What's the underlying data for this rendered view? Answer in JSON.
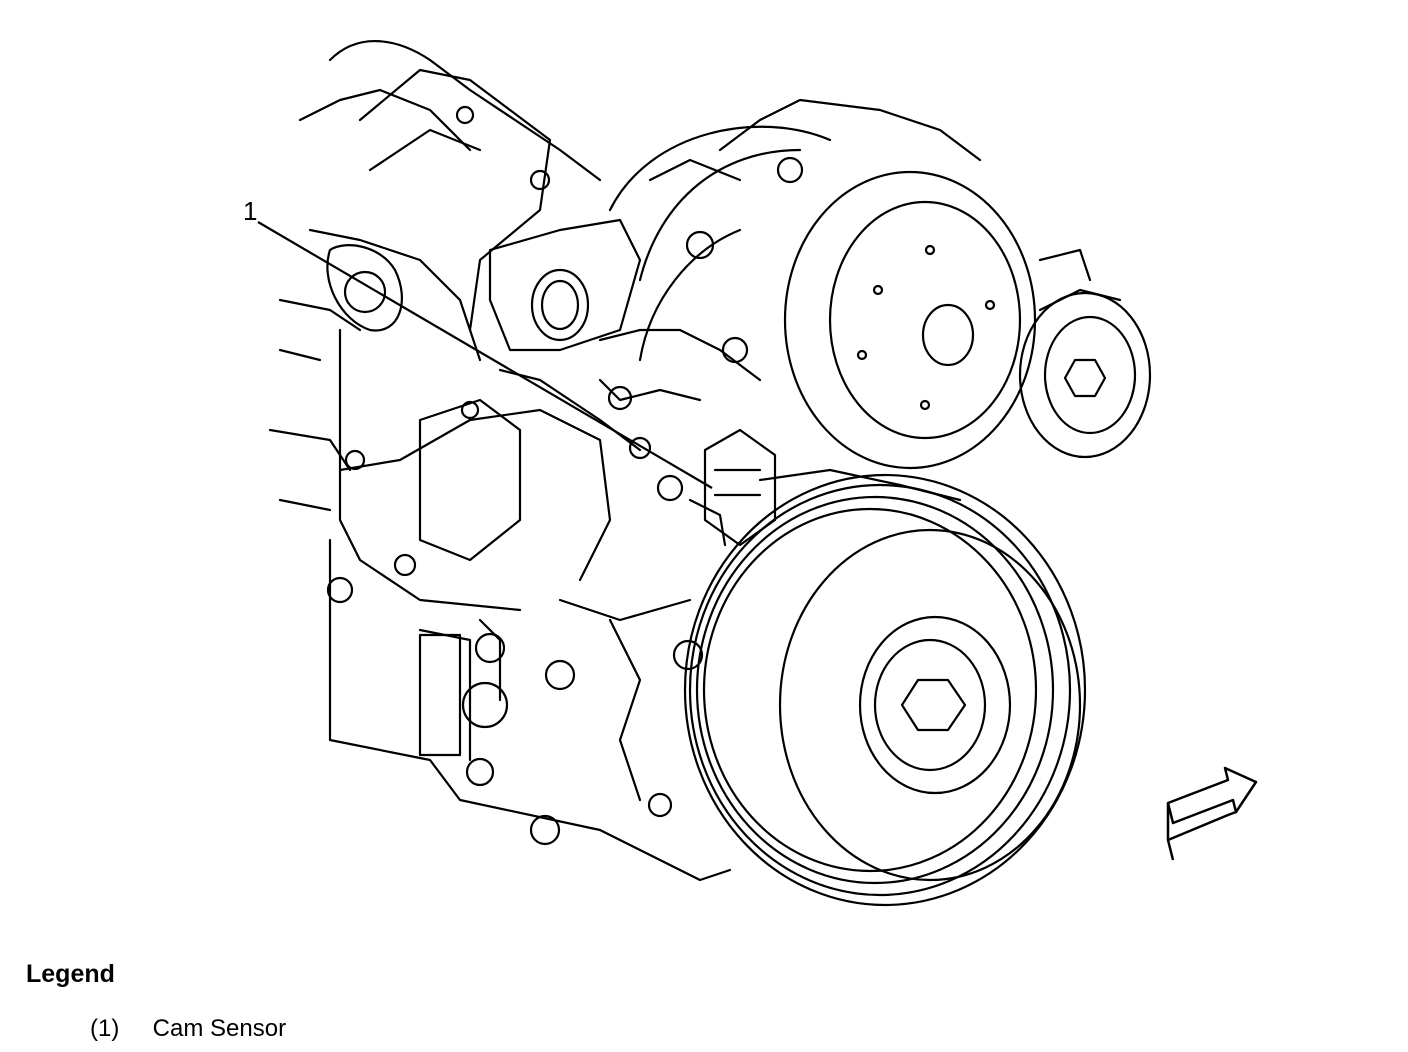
{
  "diagram": {
    "callouts": [
      {
        "number": "1"
      }
    ]
  },
  "legend": {
    "title": "Legend",
    "items": [
      {
        "number": "(1)",
        "label": "Cam Sensor"
      }
    ]
  },
  "colors": {
    "ink": "#000000",
    "paper": "#ffffff"
  },
  "icons": {
    "direction_arrow": "forward-arrow-icon"
  }
}
